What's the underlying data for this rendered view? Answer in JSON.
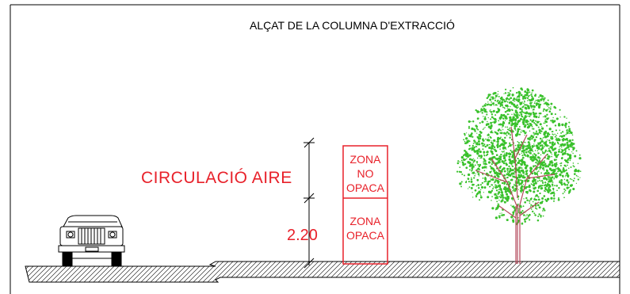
{
  "drawing": {
    "title": "ALÇAT DE LA COLUMNA D'EXTRACCIÓ",
    "air_label": "CIRCULACIÓ  AIRE",
    "dimension_label": "2.20",
    "zone_upper": [
      "ZONA",
      "NO",
      "OPACA"
    ],
    "zone_lower": [
      "ZONA",
      "OPACA"
    ]
  },
  "colors": {
    "red": "#e8212a",
    "black": "#000000",
    "tree_green": "#39c12b",
    "trunk": "#b5485a"
  },
  "icons": {
    "car": "car-front-icon",
    "tree": "tree-icon"
  }
}
